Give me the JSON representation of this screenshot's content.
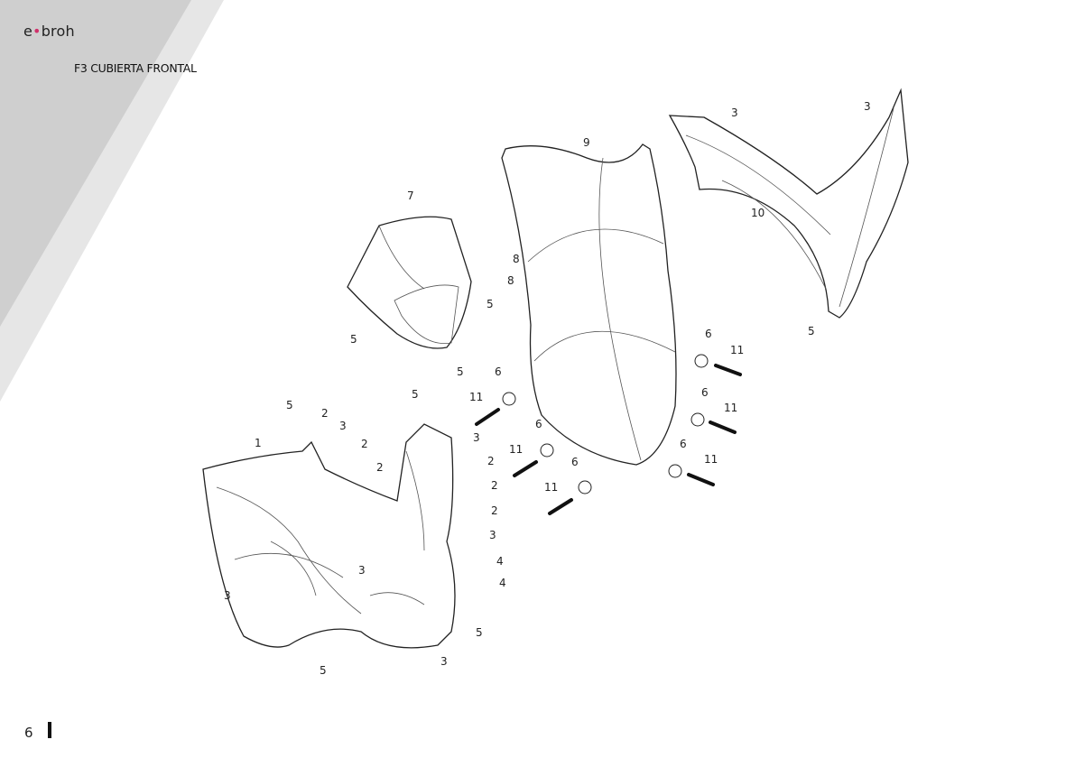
{
  "header": {
    "brand_prefix": "e",
    "brand_dot": "•",
    "brand_suffix": "broh",
    "section_title": "F3 CUBIERTA FRONTAL"
  },
  "footer": {
    "page_number": "6"
  },
  "colors": {
    "band_dark": "#cfcfcf",
    "band_light": "#e6e6e6",
    "brand_dot": "#d0306a"
  },
  "callouts": [
    "1",
    "2",
    "2",
    "2",
    "2",
    "2",
    "2",
    "3",
    "3",
    "3",
    "3",
    "3",
    "3",
    "3",
    "3",
    "4",
    "4",
    "5",
    "5",
    "5",
    "5",
    "5",
    "5",
    "5",
    "5",
    "6",
    "6",
    "6",
    "6",
    "6",
    "6",
    "7",
    "8",
    "8",
    "9",
    "10",
    "11",
    "11",
    "11",
    "11",
    "11",
    "11"
  ]
}
